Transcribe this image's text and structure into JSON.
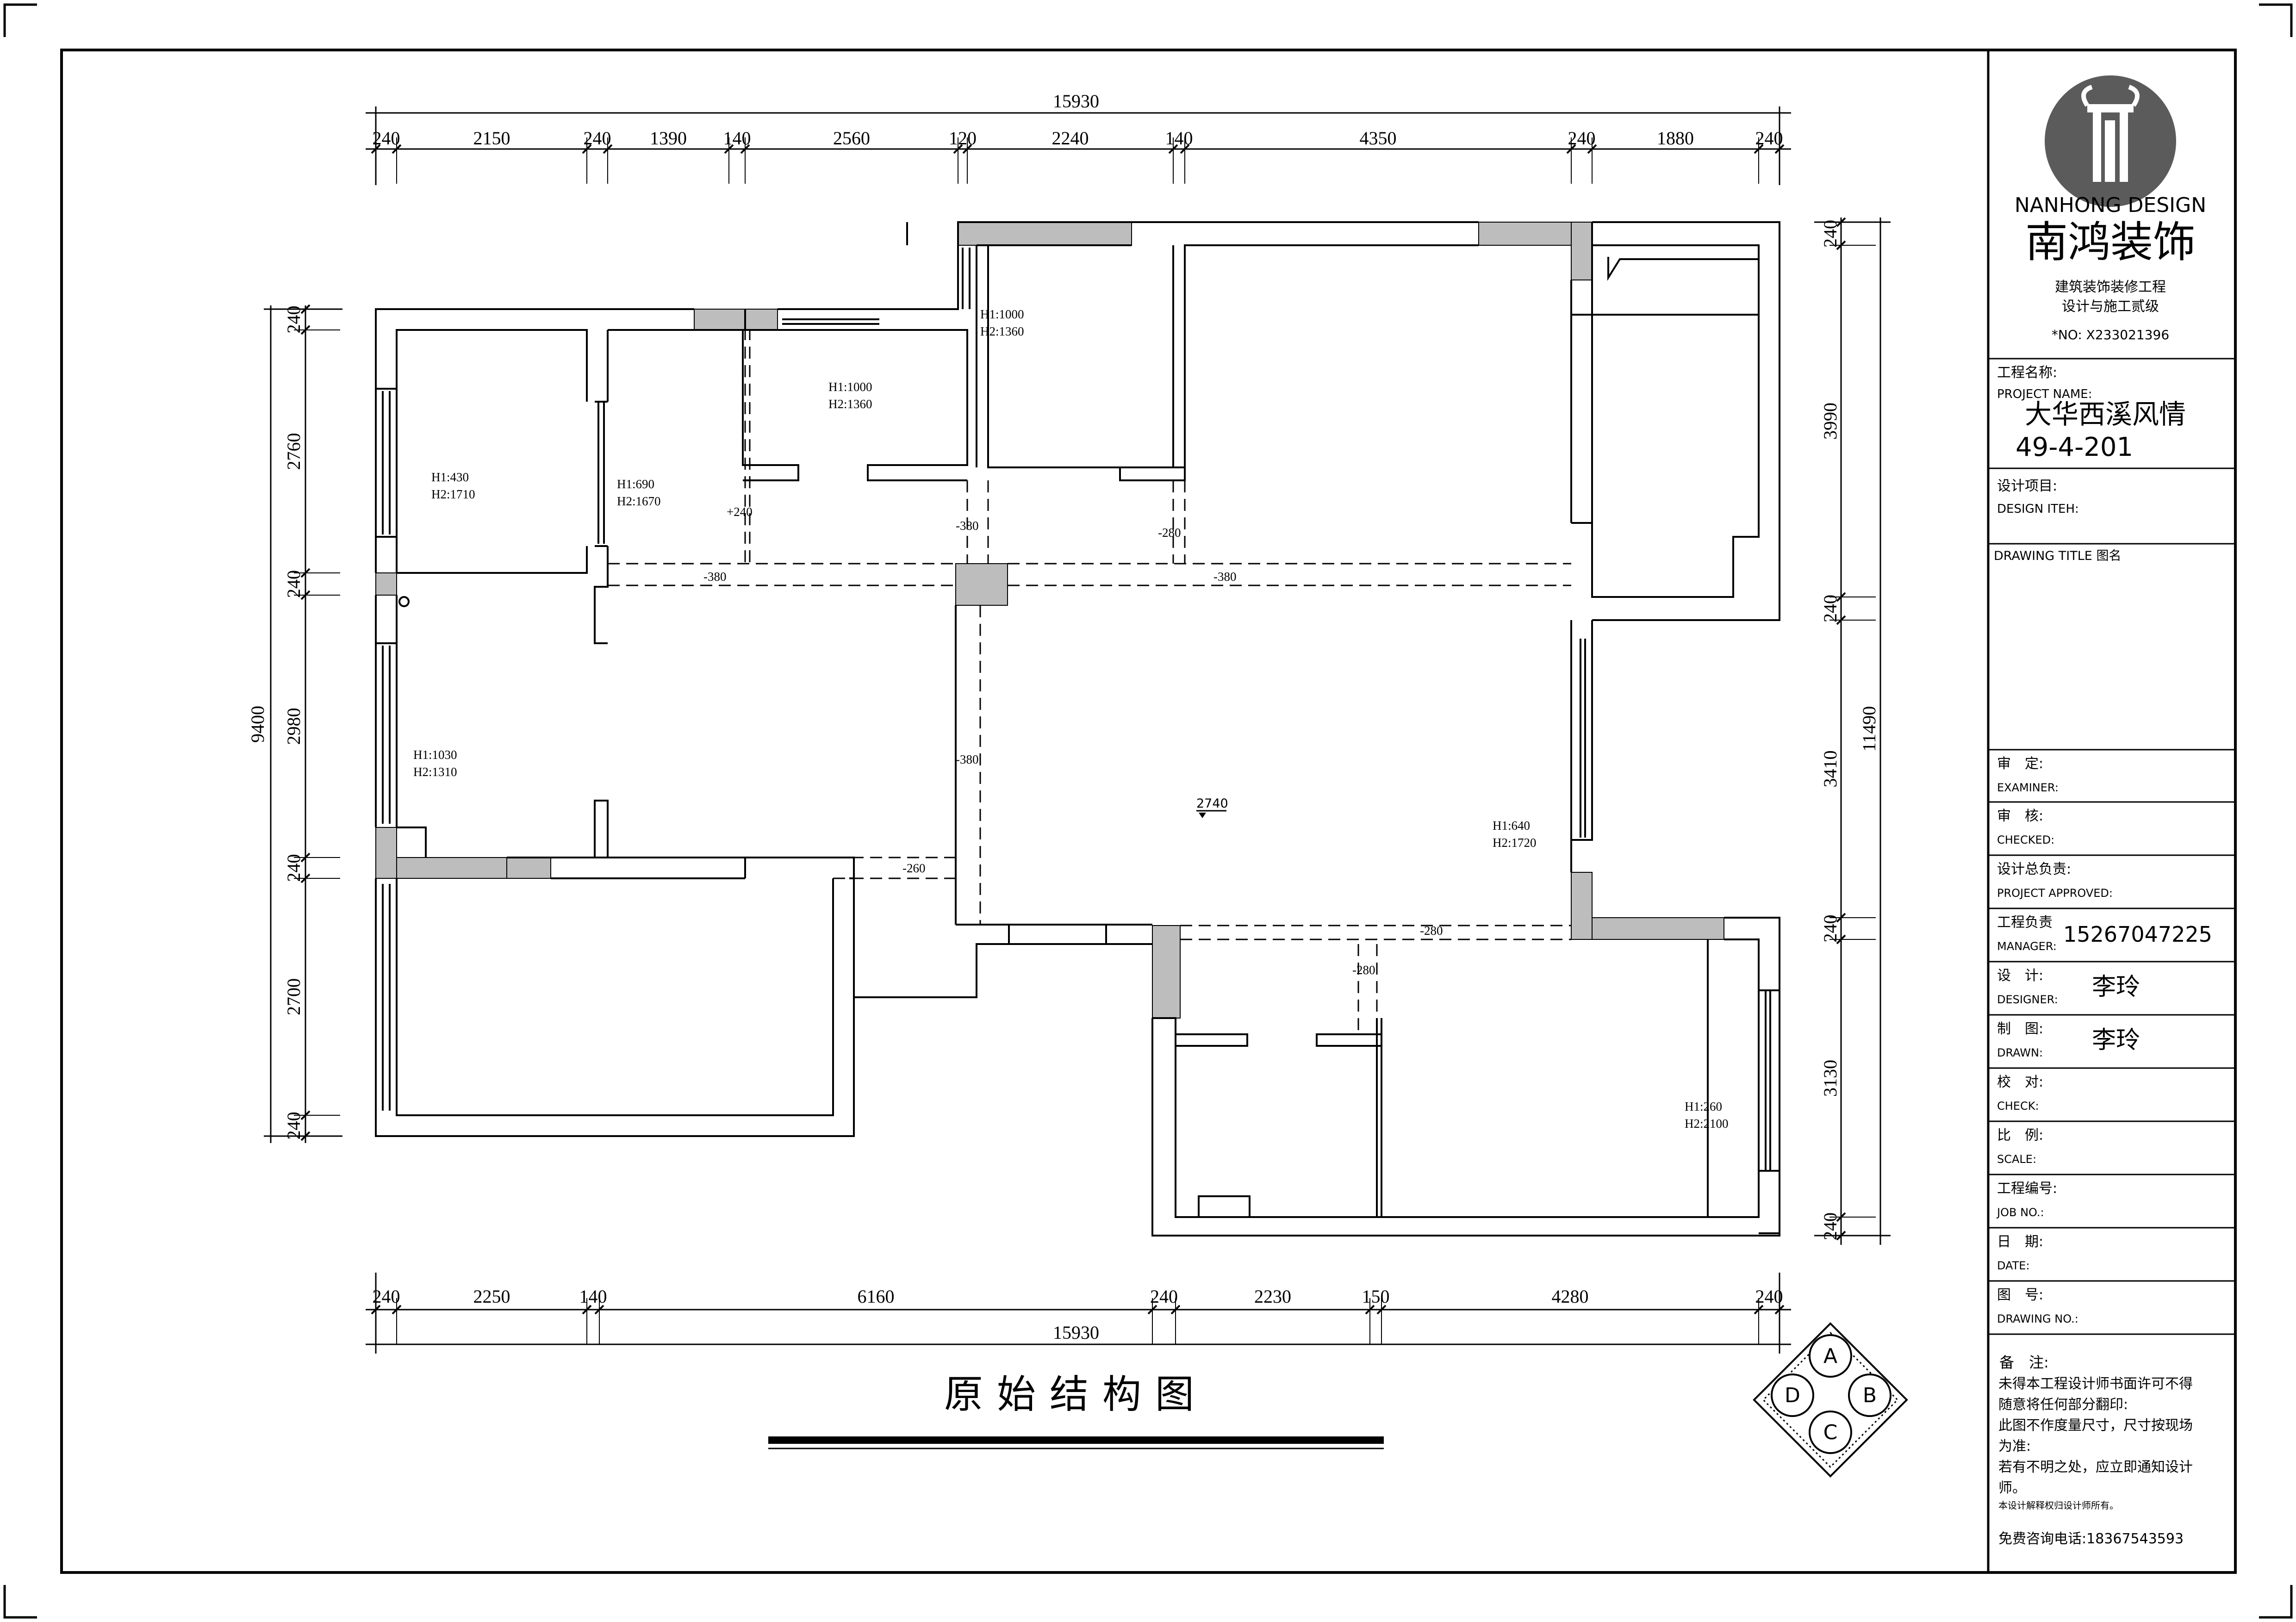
{
  "drawing": {
    "title": "原始结构图",
    "overall_width": "15930",
    "overall_height_left": "9400",
    "overall_height_right": "11490",
    "top_dims": [
      "240",
      "2150",
      "240",
      "1390",
      "140",
      "2560",
      "120",
      "2240",
      "140",
      "4350",
      "240",
      "1880",
      "240"
    ],
    "bottom_dims": [
      "240",
      "2250",
      "140",
      "6160",
      "240",
      "2230",
      "150",
      "4280",
      "240"
    ],
    "left_dims": [
      "240",
      "2760",
      "240",
      "2980",
      "240",
      "2700",
      "240"
    ],
    "right_dims": [
      "240",
      "3990",
      "240",
      "3410",
      "240",
      "3130",
      "240"
    ],
    "window_notes": [
      {
        "h1": "H1:1000",
        "h2": "H2:1360"
      },
      {
        "h1": "H1:1000",
        "h2": "H2:1360"
      },
      {
        "h1": "H1:430",
        "h2": "H2:1710"
      },
      {
        "h1": "H1:690",
        "h2": "H2:1670"
      },
      {
        "h1": "H1:1030",
        "h2": "H2:1310"
      },
      {
        "h1": "H1:640",
        "h2": "H2:1720"
      },
      {
        "h1": "H1:260",
        "h2": "H2:2100"
      }
    ],
    "beam_labels": [
      "+240",
      "-380",
      "-280",
      "-380",
      "-380",
      "-380",
      "-260",
      "-280",
      "-280"
    ],
    "ceiling_height": "2740",
    "compass": [
      "A",
      "B",
      "C",
      "D"
    ]
  },
  "title_block": {
    "logo_en": "NANHONG DESIGN",
    "logo_cn": "南鸿装饰",
    "sub1": "建筑装饰装修工程",
    "sub2": "设计与施工贰级",
    "cert": "*NO: X233021396",
    "project_label_cn": "工程名称:",
    "project_label_en": "PROJECT NAME:",
    "project_name": "大华西溪风情",
    "project_unit": "49-4-201",
    "design_item_cn": "设计项目:",
    "design_item_en": "DESIGN ITEH:",
    "drawing_title_label": "DRAWING TITLE 图名",
    "rows": [
      {
        "cn": "审　定:",
        "en": "EXAMINER:",
        "value": ""
      },
      {
        "cn": "审　核:",
        "en": "CHECKED:",
        "value": ""
      },
      {
        "cn": "设计总负责:",
        "en": "PROJECT APPROVED:",
        "value": ""
      },
      {
        "cn": "工程负责",
        "en": "MANAGER:",
        "value": "15267047225"
      },
      {
        "cn": "设　计:",
        "en": "DESIGNER:",
        "value": "李玲"
      },
      {
        "cn": "制　图:",
        "en": "DRAWN:",
        "value": "李玲"
      },
      {
        "cn": "校　对:",
        "en": "CHECK:",
        "value": ""
      },
      {
        "cn": "比　例:",
        "en": "SCALE:",
        "value": ""
      },
      {
        "cn": "工程编号:",
        "en": "JOB NO.:",
        "value": ""
      },
      {
        "cn": "日　期:",
        "en": "DATE:",
        "value": ""
      },
      {
        "cn": "图　号:",
        "en": "DRAWING NO.:",
        "value": ""
      }
    ],
    "remarks_label": "备　注:",
    "remarks": [
      "未得本工程设计师书面许可不得",
      "随意将任何部分翻印:",
      "此图不作度量尺寸，尺寸按现场",
      "为准:",
      "若有不明之处，应立即通知设计",
      "师。"
    ],
    "copyright": "本设计解释权归设计师所有。",
    "hotline": "免费咨询电话:18367543593"
  }
}
